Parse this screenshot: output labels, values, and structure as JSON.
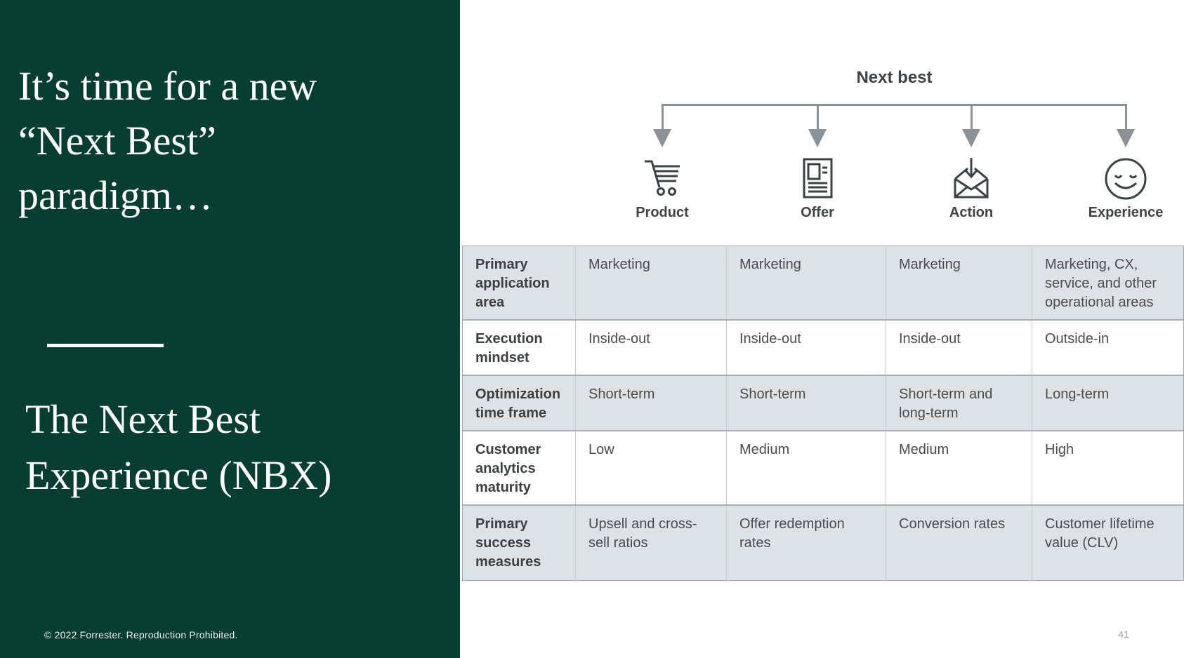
{
  "slide": {
    "title_lines": [
      "It’s time for a new",
      "“Next Best”",
      "paradigm…"
    ],
    "subtitle_lines": [
      "The Next Best",
      "Experience (NBX)"
    ],
    "footer": "© 2022 Forrester. Reproduction Prohibited.",
    "page_number": "41"
  },
  "diagram": {
    "root_label": "Next best",
    "columns": [
      {
        "label": "Product",
        "icon": "shopping-cart"
      },
      {
        "label": "Offer",
        "icon": "offer-document"
      },
      {
        "label": "Action",
        "icon": "envelope-download"
      },
      {
        "label": "Experience",
        "icon": "smiley-face"
      }
    ]
  },
  "table": {
    "rows": [
      {
        "label": "Primary application area",
        "cells": [
          "Marketing",
          "Marketing",
          "Marketing",
          "Marketing, CX, service, and other operational areas"
        ]
      },
      {
        "label": "Execution mindset",
        "cells": [
          "Inside-out",
          "Inside-out",
          "Inside-out",
          "Outside-in"
        ]
      },
      {
        "label": "Optimization time frame",
        "cells": [
          "Short-term",
          "Short-term",
          "Short-term and long-term",
          "Long-term"
        ]
      },
      {
        "label": "Customer analytics maturity",
        "cells": [
          "Low",
          "Medium",
          "Medium",
          "High"
        ]
      },
      {
        "label": "Primary success measures",
        "cells": [
          "Upsell and cross-sell ratios",
          "Offer redemption rates",
          "Conversion rates",
          "Customer lifetime value (CLV)"
        ]
      }
    ]
  },
  "colors": {
    "panel_green": "#073e30",
    "bracket_gray": "#8b9194",
    "row_shade": "#dde2e6",
    "text_dark": "#3f4346",
    "page_number_gray": "#9aa0a4"
  }
}
